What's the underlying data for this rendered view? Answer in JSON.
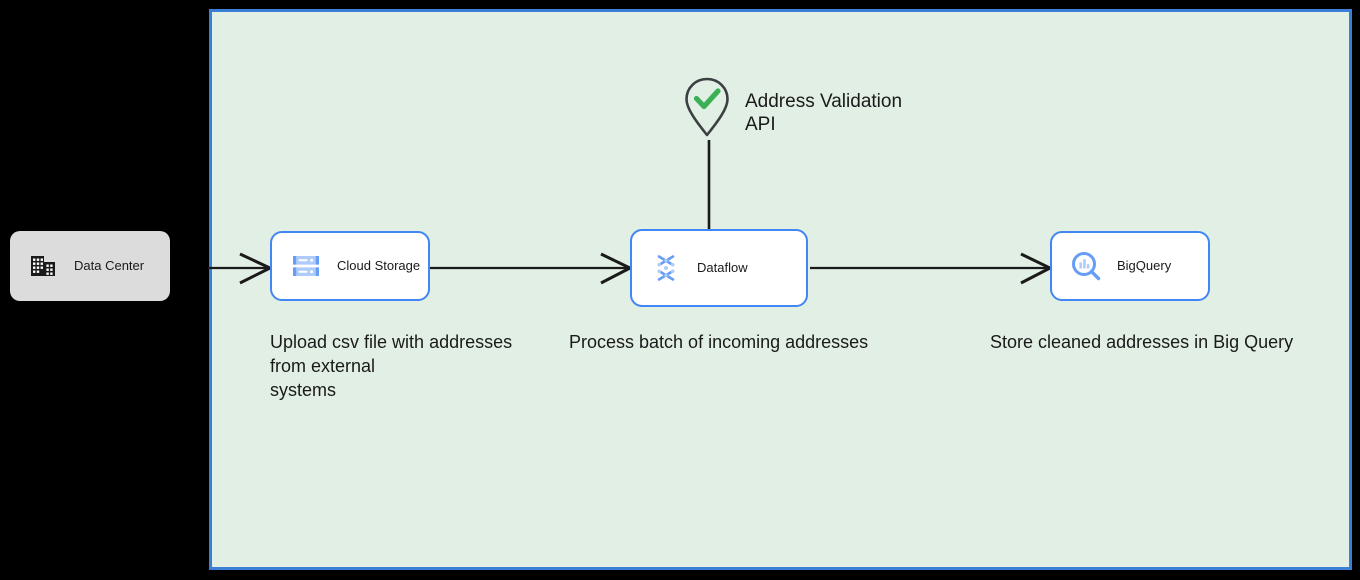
{
  "diagram": {
    "background_color": "#000000",
    "container": {
      "name": "google-cloud-boundary",
      "fill_color": "#e2efe4",
      "border_color": "#3a7fd5"
    },
    "nodes": {
      "datacenter": {
        "label": "Data Center",
        "icon": "data-center-building-icon",
        "fill_color": "#dcdcdc"
      },
      "cloud_storage": {
        "label": "Cloud Storage",
        "icon": "cloud-storage-icon",
        "border_color": "#4285f4"
      },
      "dataflow": {
        "label": "Dataflow",
        "icon": "dataflow-icon",
        "border_color": "#4285f4"
      },
      "bigquery": {
        "label": "BigQuery",
        "icon": "bigquery-icon",
        "border_color": "#4285f4"
      },
      "address_validation_api": {
        "label": "Address Validation\nAPI",
        "icon": "map-pin-check-icon",
        "check_color": "#3cb054",
        "pin_color": "#3c4043"
      }
    },
    "captions": {
      "upload": "Upload csv file with addresses\nfrom external\nsystems",
      "process": "Process batch of incoming addresses",
      "store": "Store cleaned addresses in Big Query"
    },
    "connectors": [
      {
        "name": "datacenter-to-cloud-storage",
        "arrowhead": true
      },
      {
        "name": "cloud-storage-to-dataflow",
        "arrowhead": true
      },
      {
        "name": "dataflow-to-bigquery",
        "arrowhead": true
      },
      {
        "name": "address-validation-api-to-dataflow",
        "arrowhead": false
      }
    ]
  }
}
